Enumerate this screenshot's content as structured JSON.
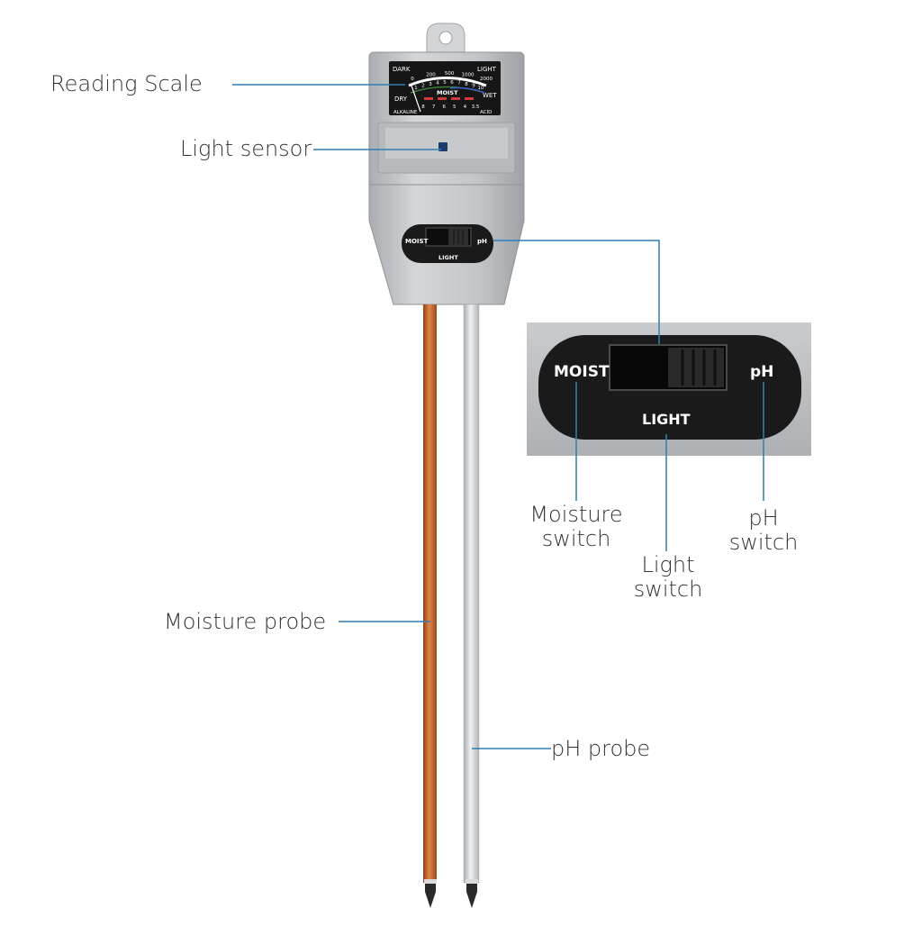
{
  "callouts": {
    "reading_scale": "Reading Scale",
    "light_sensor": "Light sensor",
    "moisture_probe": "Moisture probe",
    "ph_probe": "pH probe",
    "moisture_switch": [
      "Moisture",
      "switch"
    ],
    "light_switch": [
      "Light",
      "switch"
    ],
    "ph_switch": [
      "pH",
      "switch"
    ]
  },
  "meter": {
    "top_left": "DARK",
    "top_right": "LIGHT",
    "light_scale": [
      "0",
      "200",
      "500",
      "1000",
      "2000"
    ],
    "mid_left": "DRY",
    "mid_right": "WET",
    "moist_scale": [
      "1",
      "2",
      "3",
      "4",
      "5",
      "6",
      "7",
      "8",
      "9",
      "10"
    ],
    "center_label": "MOIST",
    "bottom_left": "ALKALINE",
    "bottom_right": "ACID",
    "ph_scale": [
      "8",
      "7",
      "6",
      "5",
      "4",
      "3.5"
    ]
  },
  "switch_panel": {
    "left": "MOIST",
    "right": "pH",
    "bottom": "LIGHT"
  },
  "colors": {
    "leader_line": "#2f7fb5",
    "housing": "#b9bcbf",
    "copper_probe": "#c8692d",
    "steel_probe": "#d6d8da",
    "meter_face": "#161616"
  }
}
